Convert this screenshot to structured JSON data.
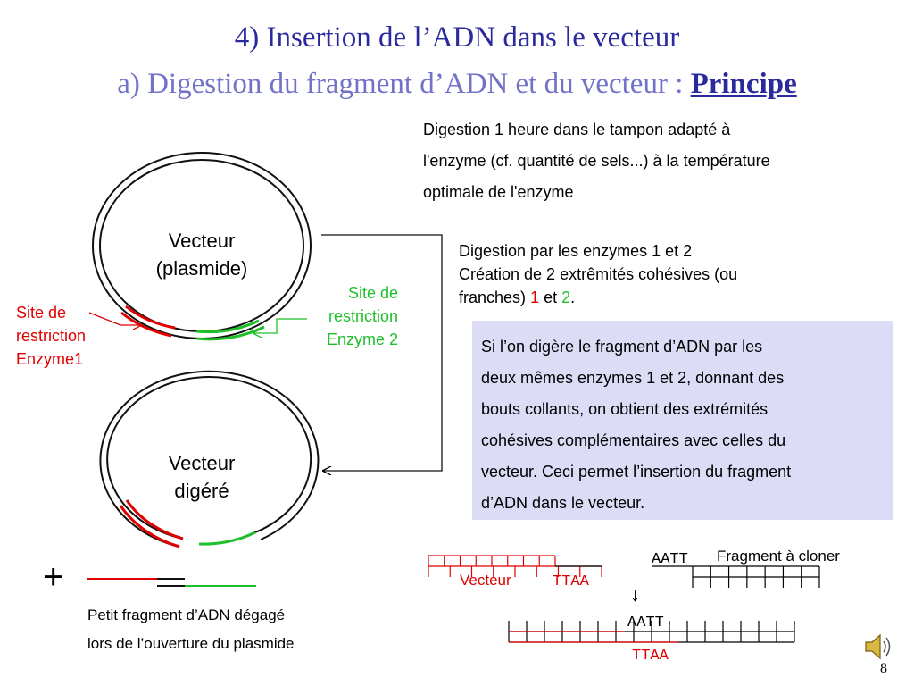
{
  "title": {
    "line1": "4) Insertion de l’ADN dans le vecteur",
    "line2_prefix": "a) Digestion du fragment d’ADN et du vecteur : ",
    "line2_emph": "Principe"
  },
  "paragraph1": {
    "lines": [
      "Digestion 1 heure dans le tampon adapté à",
      "l'enzyme (cf. quantité de sels...) à la température",
      "optimale de l'enzyme"
    ]
  },
  "paragraph2": {
    "line1": "Digestion par les enzymes 1 et 2",
    "line2": "Création de 2 extrêmités cohésives (ou",
    "line3_prefix": "franches) ",
    "line3_n1": "1",
    "line3_mid": " et ",
    "line3_n2": "2",
    "line3_end": "."
  },
  "bluebox": {
    "lines": [
      "Si l’on digère le fragment d’ADN par les",
      "deux mêmes enzymes 1 et 2, donnant des",
      "bouts collants, on obtient des extrémités",
      "cohésives complémentaires avec celles du",
      "vecteur. Ceci permet l’insertion du fragment",
      "d’ADN dans le vecteur."
    ]
  },
  "plasmid": {
    "line1": "Vecteur",
    "line2": "(plasmide)"
  },
  "digested": {
    "line1": "Vecteur",
    "line2": "digéré"
  },
  "site1": {
    "line1": "Site de",
    "line2": "restriction",
    "line3": "Enzyme1"
  },
  "site2": {
    "line1": "Site de",
    "line2": "restriction",
    "line3": "Enzyme 2"
  },
  "plus_sign": "+",
  "fragment_caption": {
    "line1": "Petit fragment d’ADN dégagé",
    "line2": "lors de l’ouverture du plasmide"
  },
  "sticky": {
    "vector_label": "Vecteur",
    "fragment_label": "Fragment à cloner",
    "aatt_top": "AATT",
    "ttaa_vector": "TTAA",
    "aatt_result": "AATT",
    "ttaa_result": "TTAA",
    "arrow": "↓",
    "vector_top_ticks": 8,
    "vector_bottom_ticks": 8,
    "fragment_top_ticks": 7,
    "fragment_bottom_ticks": 7,
    "result_top_ticks": 16,
    "result_bottom_ticks": 16
  },
  "page_number": "8",
  "colors": {
    "title_dark": "#2a2a9e",
    "title_light": "#7272c9",
    "red": "#e00000",
    "green": "#1fbf2a",
    "box_bg": "#dcdcf7"
  },
  "icons": {
    "speaker": "speaker-icon"
  }
}
